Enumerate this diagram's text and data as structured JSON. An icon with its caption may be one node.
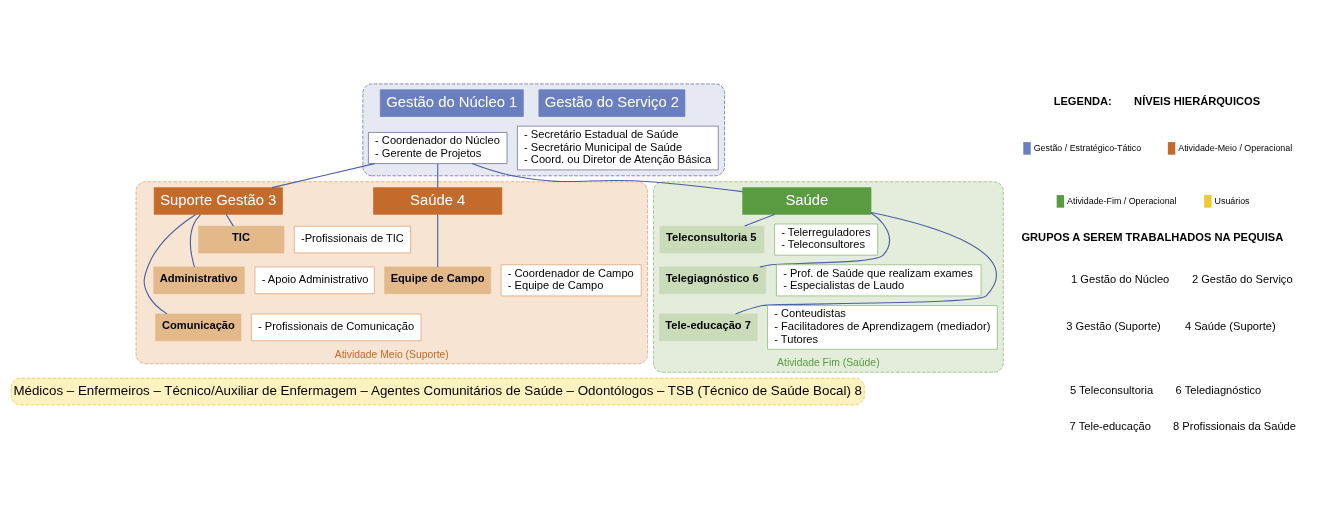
{
  "diagram": {
    "nodes": [
      {
        "text": [],
        "shape": "box"
      },
      {
        "text": [
          "Gestão do Núcleo 1"
        ],
        "in": 0
      },
      {
        "text": [
          "- Coordenador do Núcleo",
          "- Gerente de Projetos"
        ],
        "in": 0
      },
      {
        "text": [
          "Gestão do Serviço 2"
        ],
        "in": 0
      },
      {
        "text": [
          "- Secretário Estadual de Saúde",
          "- Secretário Municipal de Saúde",
          "- Coord. ou Diretor de Atenção Básica"
        ],
        "in": 0
      },
      {
        "text": [
          "Atividade Meio (Suporte)"
        ]
      },
      {
        "text": [
          "Suporte Gestão 3"
        ],
        "in": 5
      },
      {
        "text": [
          "TIC"
        ],
        "in": 5
      },
      {
        "text": [
          "-Profissionais de TIC"
        ],
        "in": 5
      },
      {
        "text": [
          "Administrativo"
        ],
        "in": 5
      },
      {
        "text": [
          "- Apoio Administrativo"
        ],
        "in": 5
      },
      {
        "text": [
          "Comunicação"
        ],
        "in": 5
      },
      {
        "text": [
          "- Profissionais de Comunicação"
        ],
        "in": 5
      },
      {
        "text": [
          "Saúde 4"
        ],
        "in": 5
      },
      {
        "text": [
          "Equipe de Campo"
        ],
        "in": 5
      },
      {
        "text": [
          "- Coordenador de Campo",
          "- Equipe de Campo"
        ],
        "in": 5
      },
      {
        "text": [
          "Atividade Fim (Saúde)"
        ]
      },
      {
        "text": [
          "Saúde"
        ],
        "in": 16
      },
      {
        "text": [
          "Teleconsultoria 5"
        ],
        "in": 16
      },
      {
        "text": [
          "- Telerreguladores",
          "- Teleconsultores"
        ],
        "in": 16
      },
      {
        "text": [
          "Telegiagnóstico 6"
        ],
        "in": 16
      },
      {
        "text": [
          "- Prof. de Saúde que realizam exames",
          "- Especialistas de Laudo"
        ],
        "in": 16
      },
      {
        "text": [
          "Tele-educação 7"
        ],
        "in": 16
      },
      {
        "text": [
          "- Conteudistas",
          "- Facilitadores de Aprendizagem (mediador)",
          "- Tutores"
        ],
        "in": 16
      },
      {
        "text": [
          "Médicos – Enfermeiros – Técnico/Auxiliar de Enfermagem – Agentes Comunitários de Saúde – Odontólogos – TSB (Técnico de Saúde Bocal) 8"
        ]
      }
    ],
    "edges": [
      {
        "from": 2,
        "to": 6,
        "arrow": "none"
      },
      {
        "from": 2,
        "to": 13,
        "arrow": "none"
      },
      {
        "from": 2,
        "to": 17,
        "arrow": "none"
      },
      {
        "from": 6,
        "to": 7,
        "arrow": "none"
      },
      {
        "from": 6,
        "to": 9,
        "arrow": "none"
      },
      {
        "from": 6,
        "to": 11,
        "arrow": "none"
      },
      {
        "from": 13,
        "to": 14,
        "arrow": "none"
      },
      {
        "from": 17,
        "to": 18,
        "arrow": "none"
      },
      {
        "from": 17,
        "to": 20,
        "arrow": "none"
      },
      {
        "from": 17,
        "to": 22,
        "arrow": "none"
      }
    ],
    "labels": [
      "LEGENDA:",
      "NÍVEIS HIERÁRQUICOS",
      "GRUPOS A SEREM TRABALHADOS NA PEQUISA",
      "1 Gestão do Núcleo",
      "2 Gestão do Serviço",
      "3 Gestão (Suporte)",
      "4 Saúde (Suporte)",
      "5 Teleconsultoria",
      "6 Telediagnóstico",
      "7 Tele-educação",
      "8 Profissionais da Saúde"
    ],
    "legend": [
      {
        "text": "Gestão / Estratégico-Tático",
        "color": "#6a7fbf"
      },
      {
        "text": "Atividade-Meio / Operacional",
        "color": "#c46a2a"
      },
      {
        "text": "Atividade-Fim / Operacional",
        "color": "#5a9a40"
      },
      {
        "text": "Usuários",
        "color": "#f0c830"
      }
    ]
  }
}
